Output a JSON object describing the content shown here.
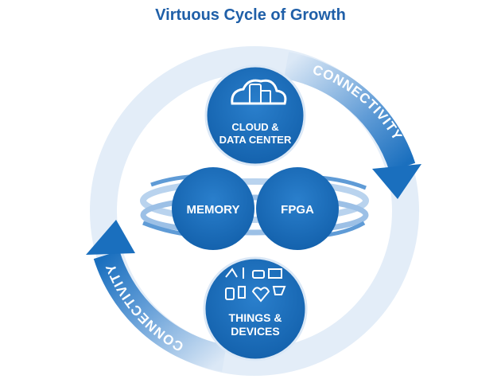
{
  "title": "Virtuous Cycle of Growth",
  "colors": {
    "primary": "#1a6fbe",
    "dark": "#0f4f94",
    "title": "#1f5fa8",
    "ring_light": "#cfe0f3",
    "ring_mid": "#8fb9e3"
  },
  "nodes": {
    "cloud": {
      "line1": "CLOUD &",
      "line2": "DATA CENTER",
      "icon": "cloud-devices-icon"
    },
    "memory": {
      "label": "MEMORY"
    },
    "fpga": {
      "label": "FPGA"
    },
    "things": {
      "line1": "THINGS &",
      "line2": "DEVICES",
      "icon": "iot-devices-icon"
    }
  },
  "ring": {
    "right_label": "CONNECTIVITY",
    "left_label": "CONNECTIVITY"
  }
}
